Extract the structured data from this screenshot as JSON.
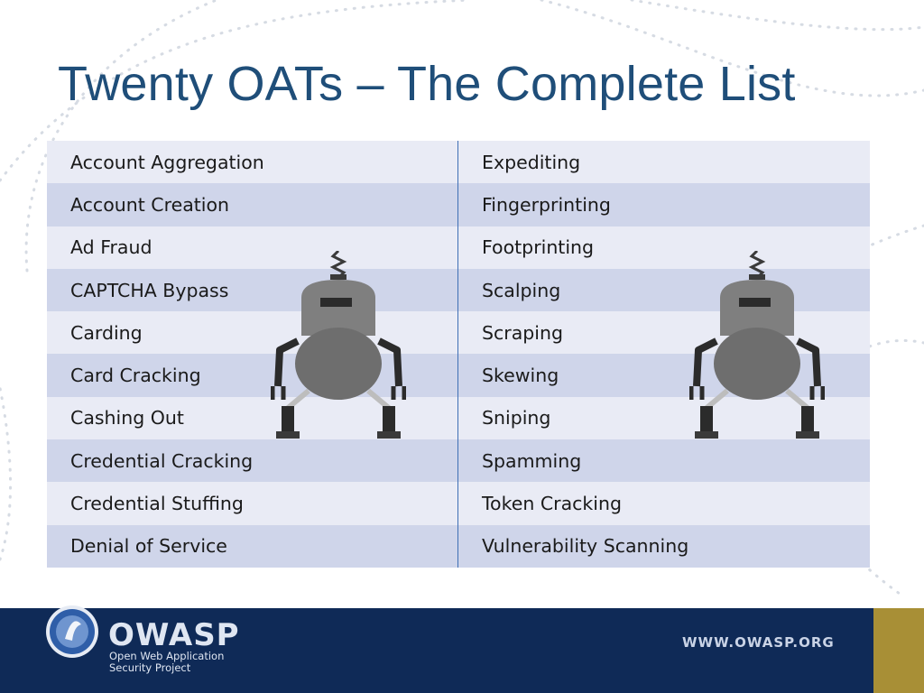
{
  "slide": {
    "title": "Twenty OATs – The Complete List"
  },
  "oats": {
    "left": [
      "Account Aggregation",
      "Account Creation",
      "Ad Fraud",
      "CAPTCHA Bypass",
      "Carding",
      "Card Cracking",
      "Cashing Out",
      "Credential Cracking",
      "Credential Stuffing",
      "Denial of Service"
    ],
    "right": [
      "Expediting",
      "Fingerprinting",
      "Footprinting",
      "Scalping",
      "Scraping",
      "Skewing",
      "Sniping",
      "Spamming",
      "Token Cracking",
      "Vulnerability Scanning"
    ]
  },
  "footer": {
    "logo_text": "OWASP",
    "logo_subtitle_line1": "Open Web Application",
    "logo_subtitle_line2": "Security Project",
    "url": "WWW.OWASP.ORG"
  },
  "colors": {
    "title": "#1f4e79",
    "row_light": "#e9ebf5",
    "row_dark": "#cfd5ea",
    "footer_navy": "#0f2a57",
    "footer_gold": "#a88f36"
  },
  "icons": [
    "robot-icon",
    "owasp-logo-icon"
  ]
}
